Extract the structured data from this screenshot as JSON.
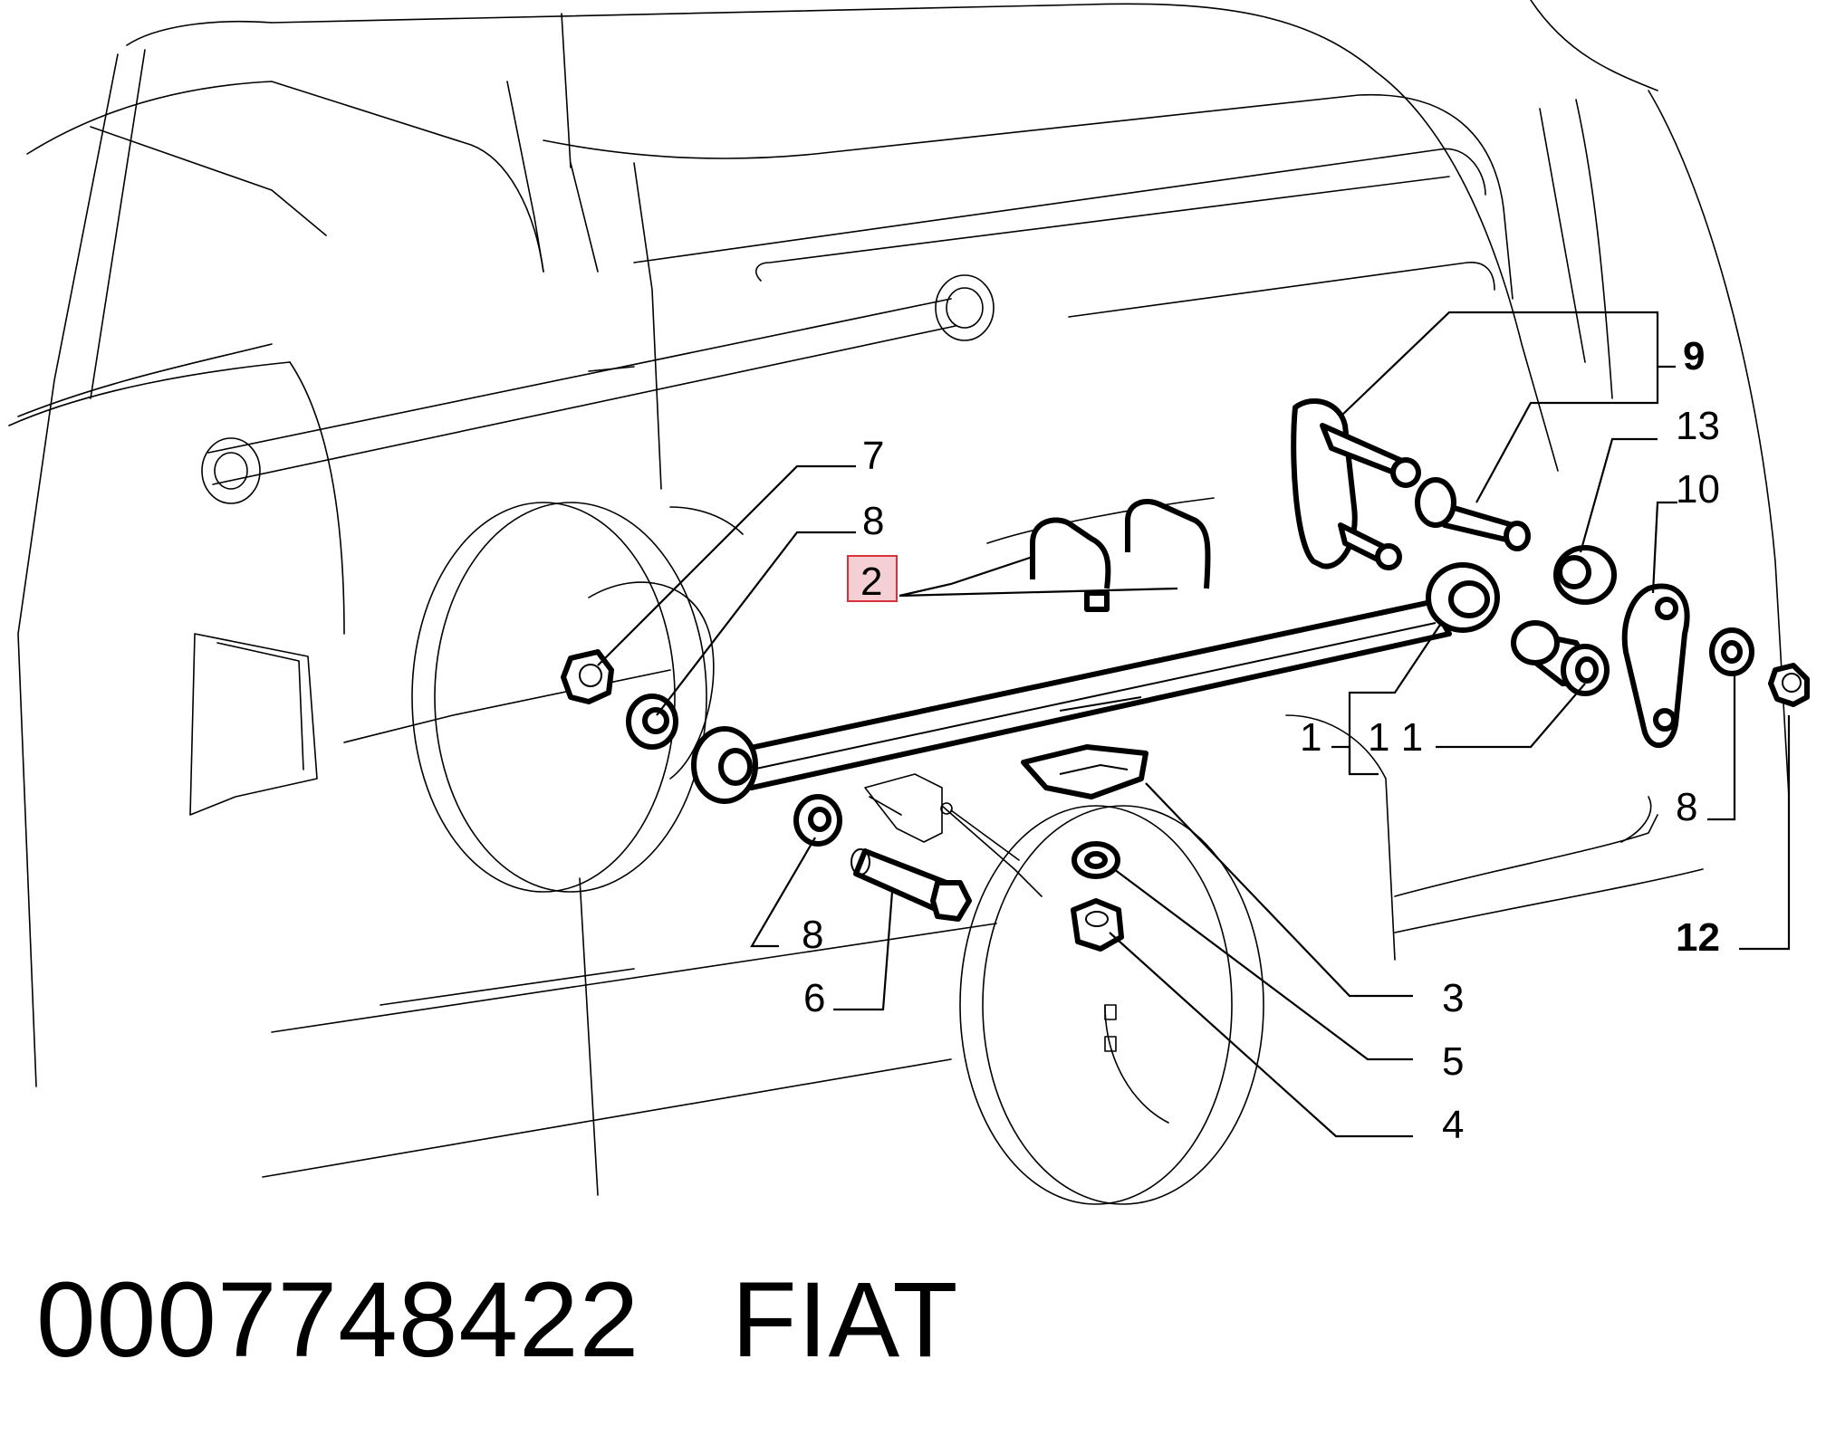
{
  "callouts": [
    {
      "id": "c7",
      "label": "7"
    },
    {
      "id": "c8a",
      "label": "8"
    },
    {
      "id": "c2",
      "label": "2",
      "highlighted": true
    },
    {
      "id": "c9",
      "label": "9"
    },
    {
      "id": "c13",
      "label": "13"
    },
    {
      "id": "c10",
      "label": "10"
    },
    {
      "id": "c1",
      "label": "1"
    },
    {
      "id": "c11",
      "label": "1 1"
    },
    {
      "id": "c8b",
      "label": "8"
    },
    {
      "id": "c8c",
      "label": "8"
    },
    {
      "id": "c12",
      "label": "12"
    },
    {
      "id": "c6",
      "label": "6"
    },
    {
      "id": "c3",
      "label": "3"
    },
    {
      "id": "c5",
      "label": "5"
    },
    {
      "id": "c4",
      "label": "4"
    }
  ],
  "footer": {
    "part_number": "0007748422",
    "brand": "FIAT"
  },
  "colors": {
    "highlight_fill": "#f4cfd3",
    "highlight_stroke": "#d9303a",
    "line": "#000000"
  }
}
